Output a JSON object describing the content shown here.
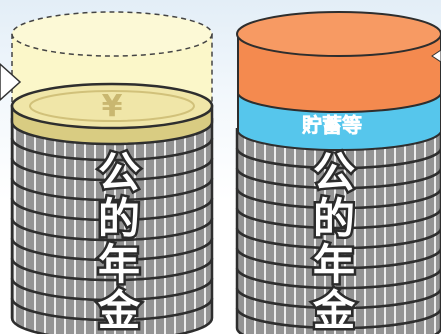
{
  "left_stack": {
    "label_chars": [
      "公",
      "的",
      "年",
      "金"
    ],
    "top_coin_symbol": "¥"
  },
  "right_stack": {
    "band_label": "貯蓄等",
    "label_chars": [
      "公",
      "的",
      "年",
      "金"
    ]
  },
  "colors": {
    "background_top": "#e8f1f8",
    "coin_body": "#8f8f8f",
    "coin_outline": "#2e2e2e",
    "gold_coin": "#f0e6a8",
    "shortfall_fill": "#fbf7c9",
    "orange_band": "#f48a4f",
    "blue_band": "#56c6ec"
  }
}
